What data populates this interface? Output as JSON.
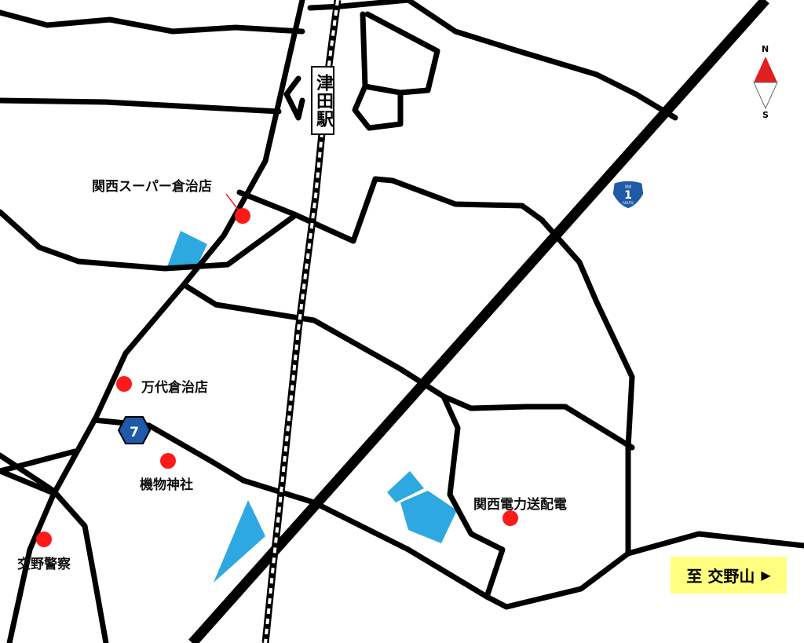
{
  "station": {
    "name": "津田駅"
  },
  "pois": [
    {
      "id": "kansai-super",
      "label": "関西スーパー倉治店"
    },
    {
      "id": "mandai",
      "label": "万代倉治店"
    },
    {
      "id": "hatamono",
      "label": "機物神社"
    },
    {
      "id": "kansai-denryoku",
      "label": "関西電力送配電"
    },
    {
      "id": "katano-police",
      "label": "交野警察"
    }
  ],
  "route_markers": {
    "route7": {
      "number": "7"
    },
    "route1": {
      "number": "1",
      "caption": "ROUTE",
      "top_text": "国道"
    }
  },
  "destination": {
    "text": "至 交野山",
    "arrow": "▶"
  },
  "compass": {
    "north": "N",
    "south": "S"
  },
  "colors": {
    "water": "#2ea8e0",
    "poi": "#ff1a1a",
    "destination_bg": "#ffff80",
    "route1_shield": "#1e5aa8",
    "route7_shield": "#1e5aa8"
  }
}
